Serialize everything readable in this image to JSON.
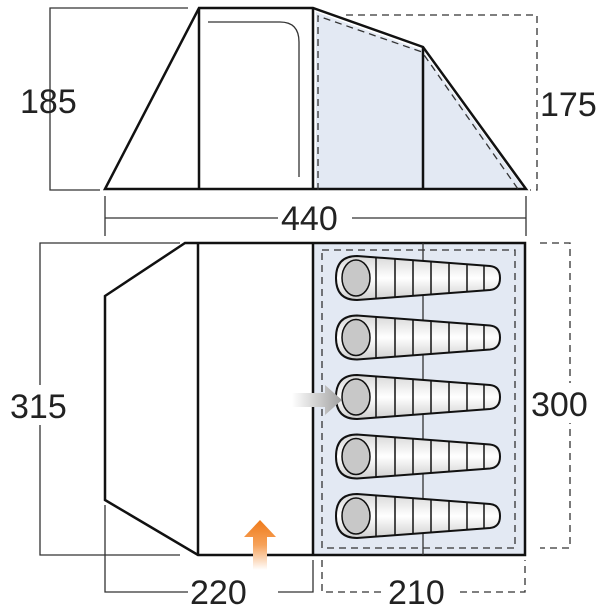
{
  "side_view": {
    "height_left": "185",
    "height_right": "175",
    "length": "440"
  },
  "floor_plan": {
    "width_left": "315",
    "width_right": "300",
    "living_length": "220",
    "bedroom_length": "210",
    "sleeping_bags": 5,
    "icons": [
      "sleeping-bag-icon",
      "bedroom-entry-arrow-icon",
      "main-door-arrow-icon"
    ]
  },
  "colors": {
    "bedroom_fill": "#e3e9f3",
    "door_arrow": "#f07d1e",
    "entry_arrow": "#a8a8a8",
    "outline": "#111111"
  }
}
